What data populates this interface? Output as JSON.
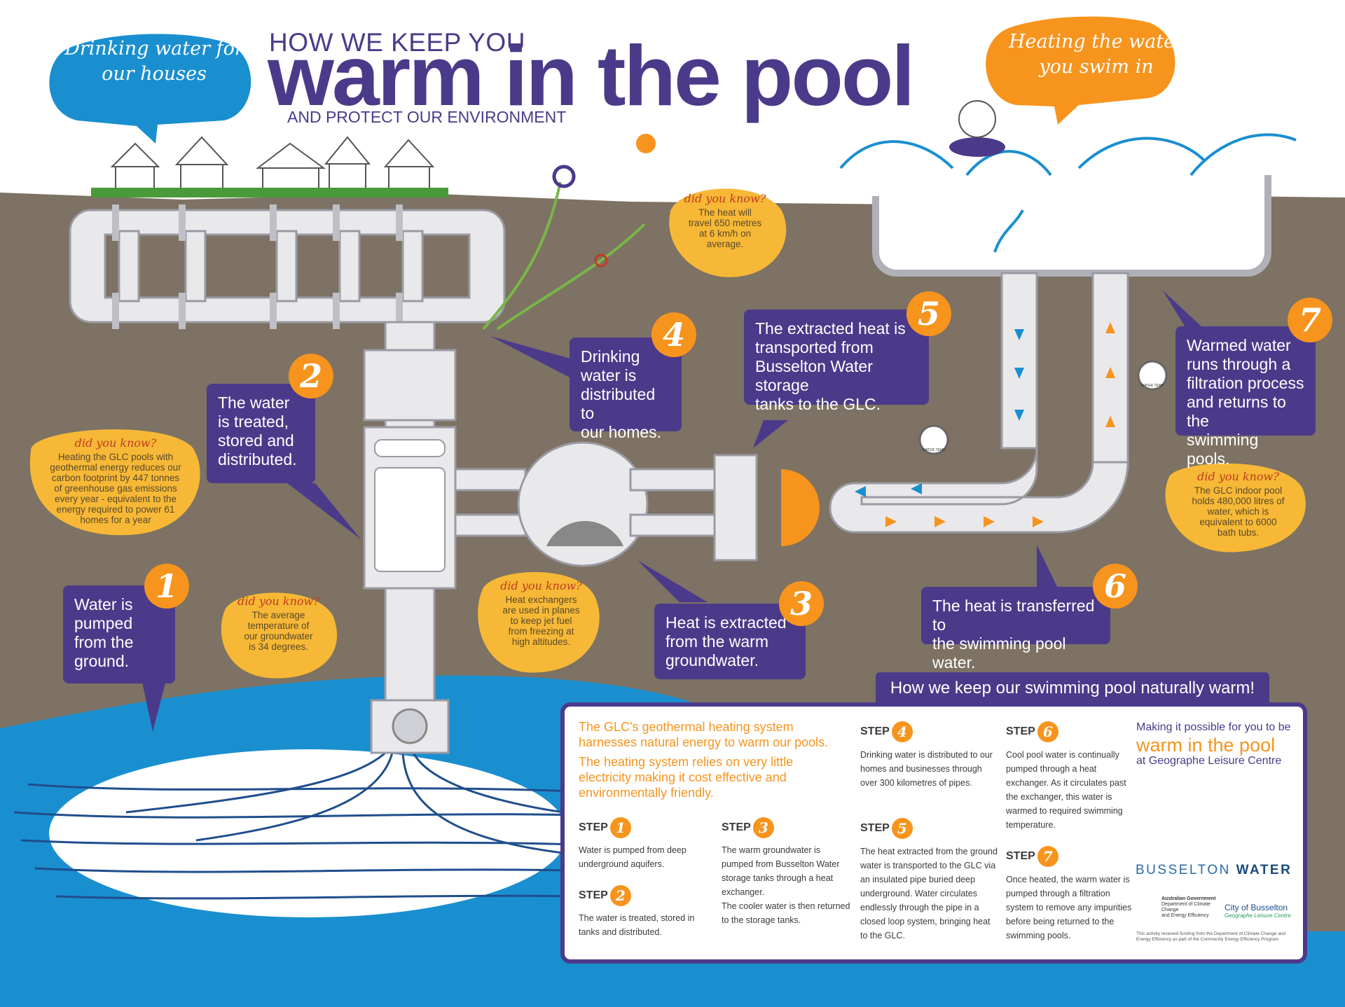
{
  "title": {
    "line1": "HOW WE KEEP YOU",
    "line2": "warm in the pool",
    "line3": "AND PROTECT OUR ENVIRONMENT"
  },
  "bubbles": {
    "left": [
      "Drinking water for",
      "our houses"
    ],
    "right": [
      "Heating the water",
      "you swim in"
    ]
  },
  "steps": [
    {
      "num": "1",
      "text": [
        "Water is",
        "pumped",
        "from the",
        "ground."
      ]
    },
    {
      "num": "2",
      "text": [
        "The water",
        "is treated,",
        "stored and",
        "distributed."
      ]
    },
    {
      "num": "3",
      "text": [
        "Heat is extracted",
        "from the warm",
        "groundwater."
      ]
    },
    {
      "num": "4",
      "text": [
        "Drinking",
        "water is",
        "distributed to",
        "our homes."
      ]
    },
    {
      "num": "5",
      "text": [
        "The extracted heat is",
        "transported from",
        "Busselton Water storage",
        "tanks to the GLC."
      ]
    },
    {
      "num": "6",
      "text": [
        "The heat is transferred to",
        "the swimming pool water."
      ]
    },
    {
      "num": "7",
      "text": [
        "Warmed water",
        "runs through a",
        "filtration process",
        "and returns to the",
        "swimming pools."
      ]
    }
  ],
  "did_you_know": {
    "heading": "did you know?",
    "items": [
      [
        "The heat will",
        "travel 650 metres",
        "at 6 km/h on",
        "average."
      ],
      [
        "Heating the GLC pools with",
        "geothermal energy reduces our",
        "carbon footprint by 447 tonnes",
        "of greenhouse gas emissions",
        "every year - equivalent to the",
        "energy required to power 61",
        "homes for a year"
      ],
      [
        "The average",
        "temperature of",
        "our groundwater",
        "is 34 degrees."
      ],
      [
        "Heat exchangers",
        "are used in planes",
        "to keep jet fuel",
        "from freezing at",
        "high altitudes."
      ],
      [
        "The GLC indoor pool",
        "holds 480,000 litres of",
        "water, which is",
        "equivalent to 6000",
        "bath tubs."
      ]
    ]
  },
  "gauge_label": "WATER TEMP",
  "info": {
    "tab": "How we keep our swimming pool naturally warm!",
    "intro": [
      "The GLC's geothermal heating system",
      "harnesses natural energy to warm our pools.",
      "The heating system relies on very little",
      "electricity making it cost effective and",
      "environmentally friendly."
    ],
    "step_word": "STEP",
    "steps": [
      {
        "n": "1",
        "lines": [
          "Water is pumped from deep",
          "underground aquifers."
        ]
      },
      {
        "n": "2",
        "lines": [
          "The water is treated, stored in",
          "tanks and distributed."
        ]
      },
      {
        "n": "3",
        "lines": [
          "The warm groundwater is",
          "pumped from Busselton Water",
          "storage tanks through a heat",
          "exchanger.",
          "The cooler water is then returned",
          "to the storage tanks."
        ]
      },
      {
        "n": "4",
        "lines": [
          "Drinking water is distributed to our",
          "homes and businesses through",
          "over 300 kilometres of pipes."
        ]
      },
      {
        "n": "5",
        "lines": [
          "The heat extracted from the ground",
          "water is transported to the GLC via",
          "an insulated pipe buried deep",
          "underground. Water circulates",
          "endlessly through the pipe in a",
          "closed loop system, bringing heat",
          "to the GLC."
        ]
      },
      {
        "n": "6",
        "lines": [
          "Cool pool water is continually",
          "pumped through a heat",
          "exchanger. As it circulates past",
          "the exchanger, this water is",
          "warmed to required swimming",
          "temperature."
        ]
      },
      {
        "n": "7",
        "lines": [
          "Once heated, the warm water is",
          "pumped through a filtration",
          "system to remove any impurities",
          "before being returned to the",
          "swimming pools."
        ]
      }
    ],
    "making": {
      "line1": "Making it possible for you to be",
      "line2": "warm in the pool",
      "line3": "at Geographe Leisure Centre"
    },
    "brand": {
      "a": "BUSSELTON",
      "b": "WATER"
    },
    "gov": [
      "Australian Government",
      "Department of Climate Change",
      "and Energy Efficiency"
    ],
    "city": {
      "name": "City of Busselton",
      "sub": "Geographe Leisure Centre"
    },
    "footnote": "This activity received funding from the Department of Climate Change and Energy Efficiency as part of the Community Energy Efficiency Program"
  },
  "colors": {
    "purple": "#4b3a8a",
    "orange": "#f7941d",
    "ground": "#7d7263",
    "water_blue": "#1a8fd0",
    "deep_blue": "#1f4e8c",
    "dyk_yellow": "#f6b836"
  }
}
